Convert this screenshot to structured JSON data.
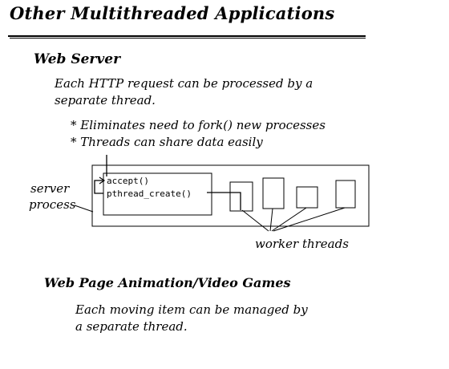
{
  "title": "Other Multithreaded Applications",
  "section1": {
    "heading": "Web Server",
    "line1": "Each HTTP request can be processed by a",
    "line2": "separate thread.",
    "bullets": [
      "* Eliminates need to fork() new processes",
      "* Threads can share data easily"
    ]
  },
  "diagram": {
    "code_accept": "accept()",
    "code_pthread": "pthread_create()",
    "label_server_line1": "server",
    "label_server_line2": "process",
    "label_workers": "worker threads"
  },
  "section2": {
    "heading": "Web Page Animation/Video Games",
    "line1": "Each moving item can be managed by",
    "line2": "a separate thread."
  }
}
